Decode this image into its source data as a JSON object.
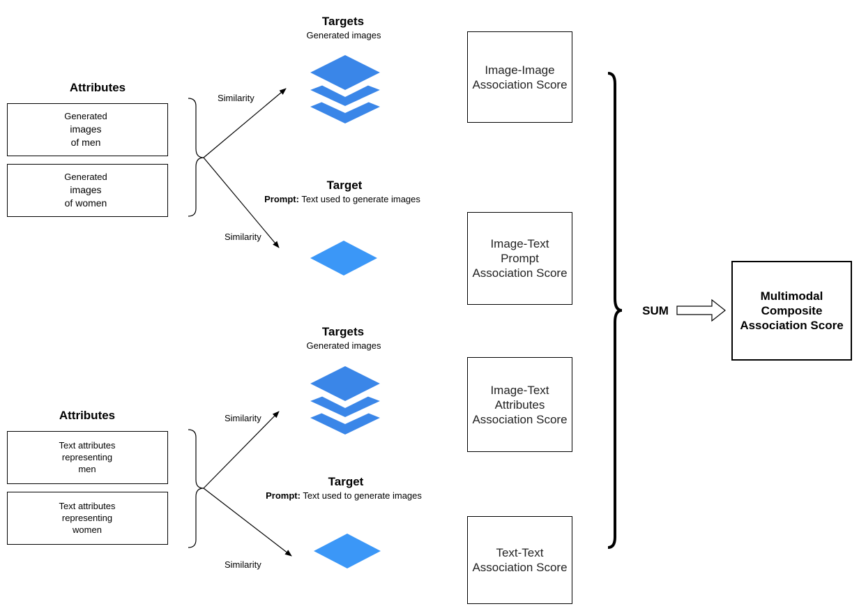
{
  "colors": {
    "accent": "#3a86e8",
    "accent_light": "#3b97f7",
    "line": "#000000"
  },
  "icons": {
    "stack": "layers-icon",
    "single": "diamond-icon"
  },
  "group1": {
    "attributes_title": "Attributes",
    "box1_lines": [
      "Generated",
      "images",
      "of men"
    ],
    "box2_lines": [
      "Generated",
      "images",
      "of women"
    ],
    "similarity_top": "Similarity",
    "similarity_bottom": "Similarity",
    "targets_title": "Targets",
    "targets_sub": "Generated images",
    "target_title": "Target",
    "target_sub_bold": "Prompt:",
    "target_sub_rest": " Text used to generate images"
  },
  "group2": {
    "attributes_title": "Attributes",
    "box1_lines": [
      "Text attributes",
      "representing",
      "men"
    ],
    "box2_lines": [
      "Text attributes",
      "representing",
      "women"
    ],
    "similarity_top": "Similarity",
    "similarity_bottom": "Similarity",
    "targets_title": "Targets",
    "targets_sub": "Generated images",
    "target_title": "Target",
    "target_sub_bold": "Prompt:",
    "target_sub_rest": " Text used to generate images"
  },
  "scores": {
    "image_image": "Image-Image\nAssociation Score",
    "image_text_prompt": "Image-Text\nPrompt\nAssociation Score",
    "image_text_attributes": "Image-Text\nAttributes\nAssociation Score",
    "text_text": "Text-Text\nAssociation Score"
  },
  "sum_label": "SUM",
  "final_label": "Multimodal\nComposite\nAssociation Score"
}
